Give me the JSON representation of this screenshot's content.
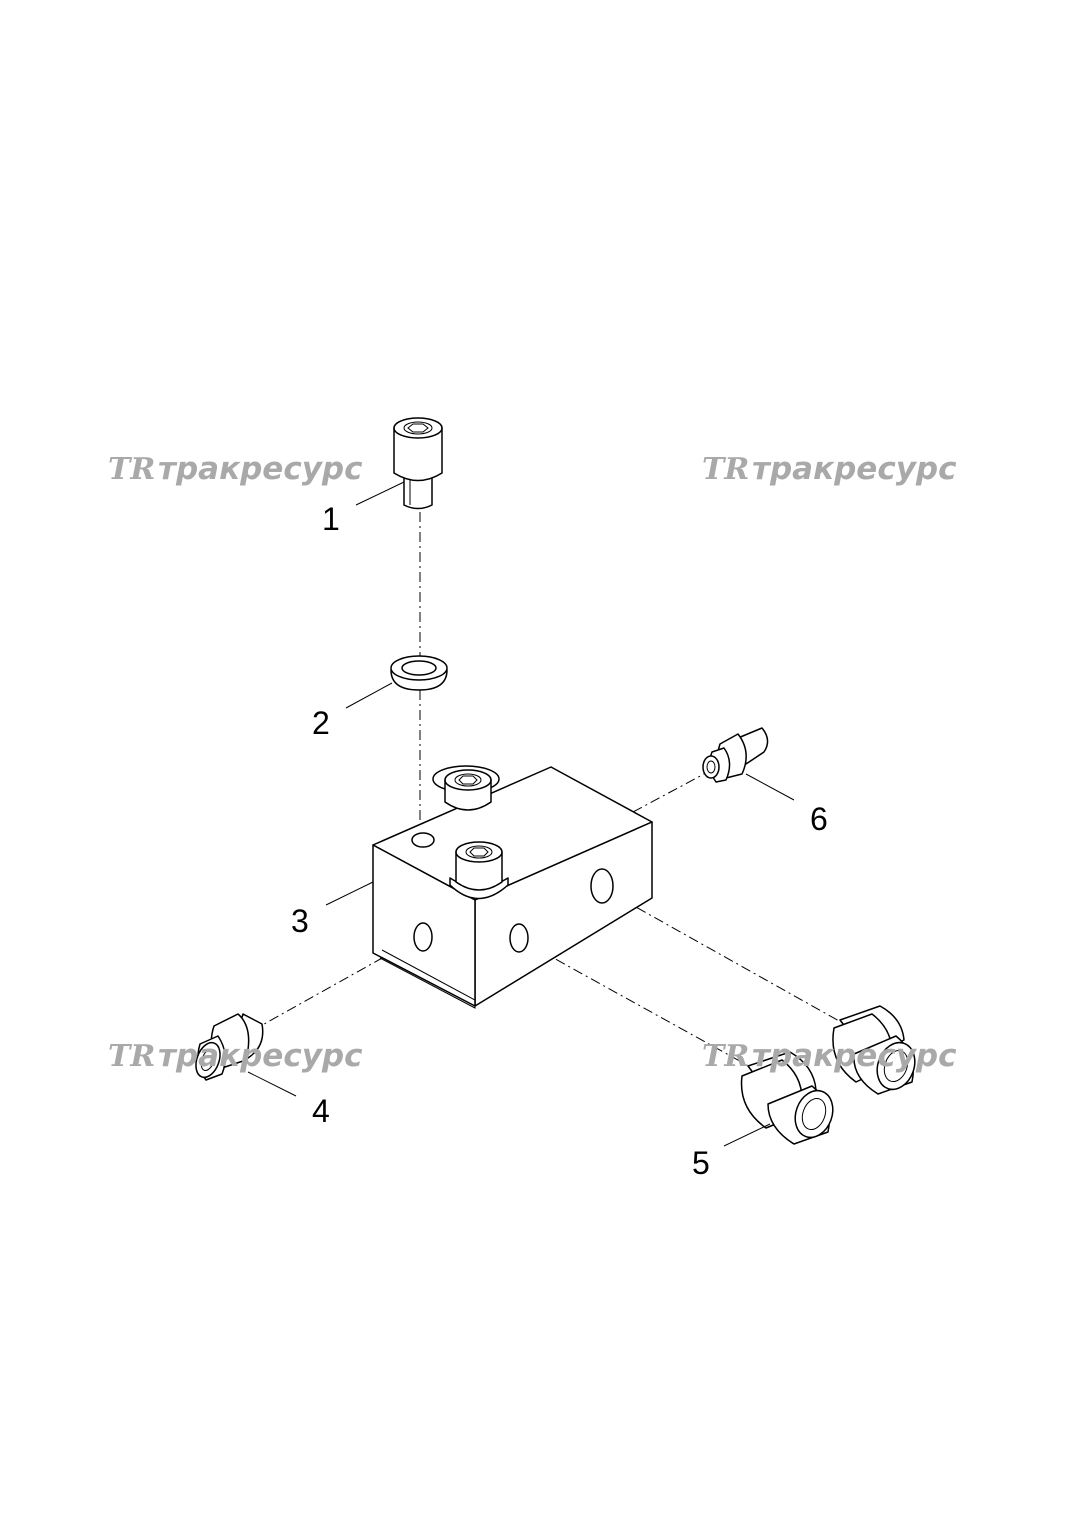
{
  "watermark": {
    "text": "тракресурс",
    "logo": "TR"
  },
  "callouts": [
    "1",
    "2",
    "3",
    "4",
    "5",
    "6"
  ]
}
